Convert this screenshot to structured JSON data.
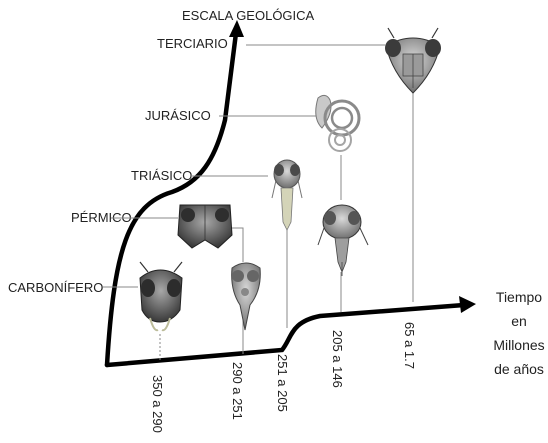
{
  "axis_titles": {
    "vertical": "ESCALA GEOLÓGICA",
    "horizontal": [
      "Tiempo",
      "en",
      "Millones",
      "de años"
    ]
  },
  "periods": [
    {
      "name": "CARBONÍFERO",
      "range": "350 a 290"
    },
    {
      "name": "PÉRMICO",
      "range": "290 a 251"
    },
    {
      "name": "TRIÁSICO",
      "range": "251 a 205"
    },
    {
      "name": "JURÁSICO",
      "range": "205 a 146"
    },
    {
      "name": "TERCIARIO",
      "range": "65 a 1.7"
    }
  ]
}
